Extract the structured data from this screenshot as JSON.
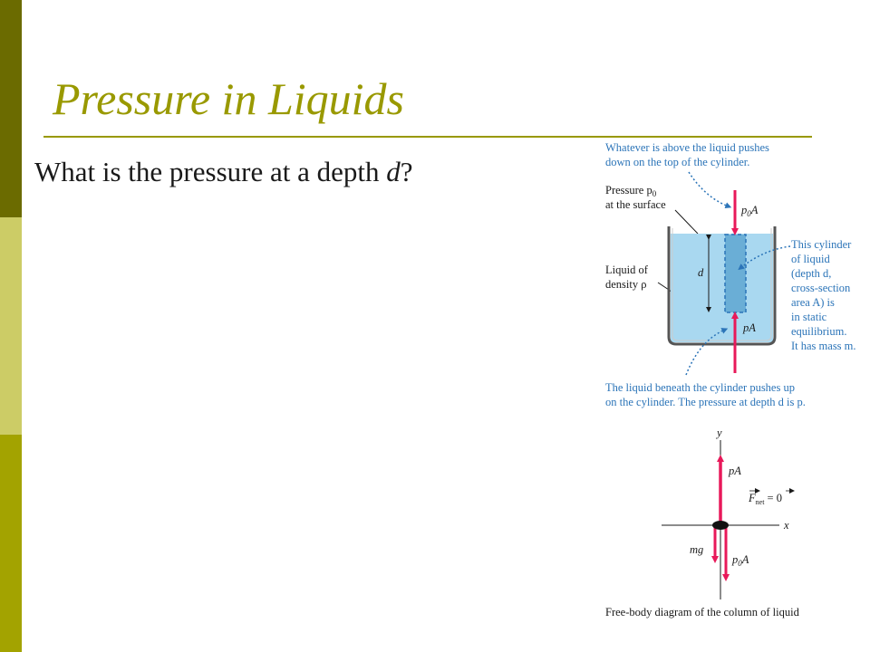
{
  "slide": {
    "title": "Pressure in Liquids",
    "question_prefix": "What is the pressure at a depth ",
    "question_var": "d",
    "question_suffix": "?"
  },
  "colors": {
    "accent": "#999900",
    "sidebar_dark": "#6b6b00",
    "sidebar_light": "#cccc66",
    "sidebar_mid": "#a3a300",
    "force_arrow": "#e8195a",
    "liquid": "#a9d8f0",
    "caption_blue": "#2b74b8"
  },
  "figure": {
    "top_caption_1": "Whatever is above the liquid pushes",
    "top_caption_2": "down on the top of the cylinder.",
    "surface_1": "Pressure p",
    "surface_sub": "0",
    "surface_2": "at the surface",
    "liquid_1": "Liquid of",
    "liquid_2": "density ρ",
    "depth_label": "d",
    "top_force_p": "p",
    "top_force_sub": "0",
    "top_force_a": "A",
    "bottom_force": "pA",
    "cyl_1": "This cylinder",
    "cyl_2": "of liquid",
    "cyl_3": "(depth d,",
    "cyl_4": "cross-section",
    "cyl_5": "area A) is",
    "cyl_6": "in static",
    "cyl_7": "equilibrium.",
    "cyl_8": "It has mass m.",
    "bottom_caption_1": "The liquid beneath the cylinder pushes up",
    "bottom_caption_2": "on the cylinder. The pressure at depth d is p."
  },
  "fbd": {
    "y_axis": "y",
    "x_axis": "x",
    "up_force": "pA",
    "weight": "mg",
    "down_p": "p",
    "down_sub": "0",
    "down_a": "A",
    "fnet_f": "F",
    "fnet_sub": "net",
    "fnet_rest": " = 0",
    "caption": "Free-body diagram of the column of liquid"
  }
}
